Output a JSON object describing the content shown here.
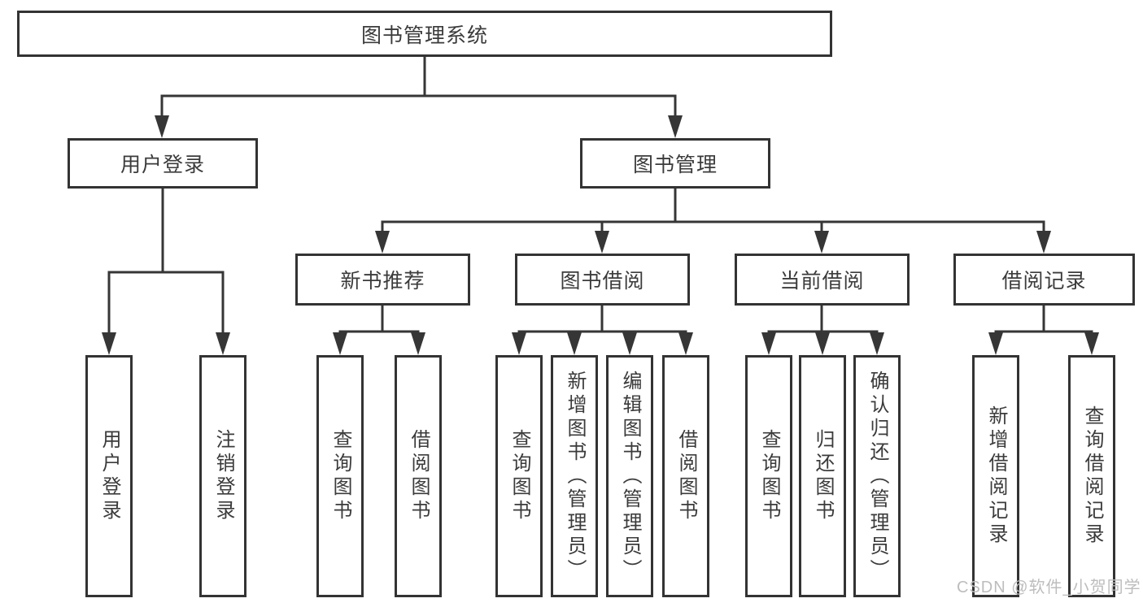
{
  "diagram": {
    "title": "图书管理系统",
    "branches": {
      "user_login": {
        "label": "用户登录",
        "children": [
          "用户登录",
          "注销登录"
        ]
      },
      "book_mgmt": {
        "label": "图书管理"
      }
    },
    "modules": [
      {
        "label": "新书推荐",
        "children": [
          "查询图书",
          "借阅图书"
        ]
      },
      {
        "label": "图书借阅",
        "children": [
          "查询图书",
          "新增图书（管理员）",
          "编辑图书（管理员）",
          "借阅图书"
        ]
      },
      {
        "label": "当前借阅",
        "children": [
          "查询图书",
          "归还图书",
          "确认归还（管理员）"
        ]
      },
      {
        "label": "借阅记录",
        "children": [
          "新增借阅记录",
          "查询借阅记录"
        ]
      }
    ]
  },
  "watermark": "CSDN @软件_小贺同学",
  "colors": {
    "line": "#363636",
    "border": "#333333",
    "text": "#3b3b3b",
    "watermark": "#bdbdbd",
    "background": "#ffffff"
  }
}
